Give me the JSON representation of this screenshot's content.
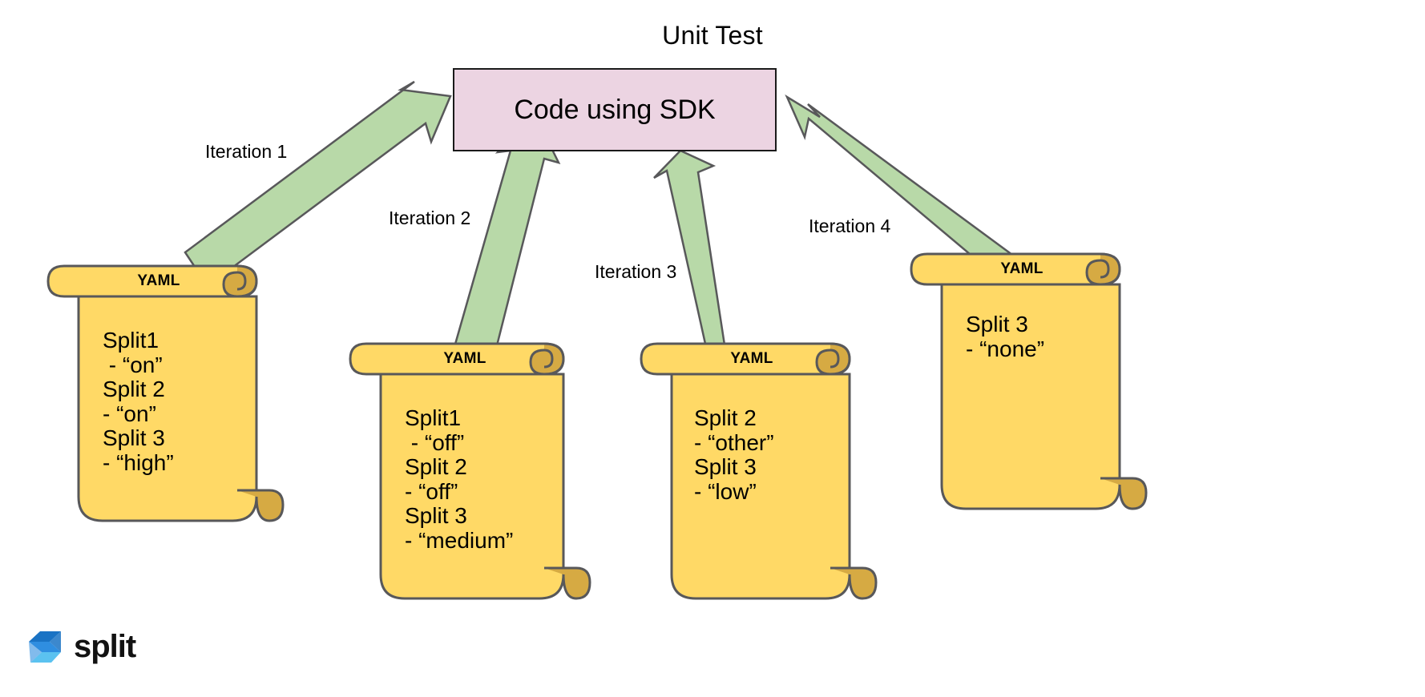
{
  "page": {
    "title": "Unit Test",
    "background": "#ffffff"
  },
  "colors": {
    "scroll_fill": "#ffd966",
    "scroll_curl": "#d6aa43",
    "scroll_stroke": "#58585a",
    "arrow_fill": "#b8d9a8",
    "arrow_stroke": "#58585a",
    "sdk_fill": "#ecd4e2",
    "sdk_stroke": "#1a1a1a",
    "logo_blue_dark": "#1a73c4",
    "logo_blue_mid": "#2f8ee0",
    "logo_blue_light": "#5bc2f0",
    "text": "#000000"
  },
  "sdk": {
    "label": "Code using SDK"
  },
  "arrows": [
    {
      "name": "iteration-1",
      "label": "Iteration 1"
    },
    {
      "name": "iteration-2",
      "label": "Iteration 2"
    },
    {
      "name": "iteration-3",
      "label": "Iteration 3"
    },
    {
      "name": "iteration-4",
      "label": "Iteration 4"
    }
  ],
  "scrolls": [
    {
      "name": "yaml-scroll-1",
      "title": "YAML",
      "lines": [
        "Split1",
        " - “on”",
        "Split 2",
        "- “on”",
        "Split 3",
        "- “high”"
      ],
      "body": "Split1\n - “on”\nSplit 2\n- “on”\nSplit 3\n- “high”"
    },
    {
      "name": "yaml-scroll-2",
      "title": "YAML",
      "lines": [
        "Split1",
        " - “off”",
        "Split 2",
        "- “off”",
        "Split 3",
        "- “medium”"
      ],
      "body": "Split1\n - “off”\nSplit 2\n- “off”\nSplit 3\n- “medium”"
    },
    {
      "name": "yaml-scroll-3",
      "title": "YAML",
      "lines": [
        "Split 2",
        "- “other”",
        "Split 3",
        "- “low”"
      ],
      "body": "Split 2\n- “other”\nSplit 3\n- “low”"
    },
    {
      "name": "yaml-scroll-4",
      "title": "YAML",
      "lines": [
        "Split 3",
        "- “none”"
      ],
      "body": "Split 3\n- “none”"
    }
  ],
  "logo": {
    "wordmark": "split"
  }
}
